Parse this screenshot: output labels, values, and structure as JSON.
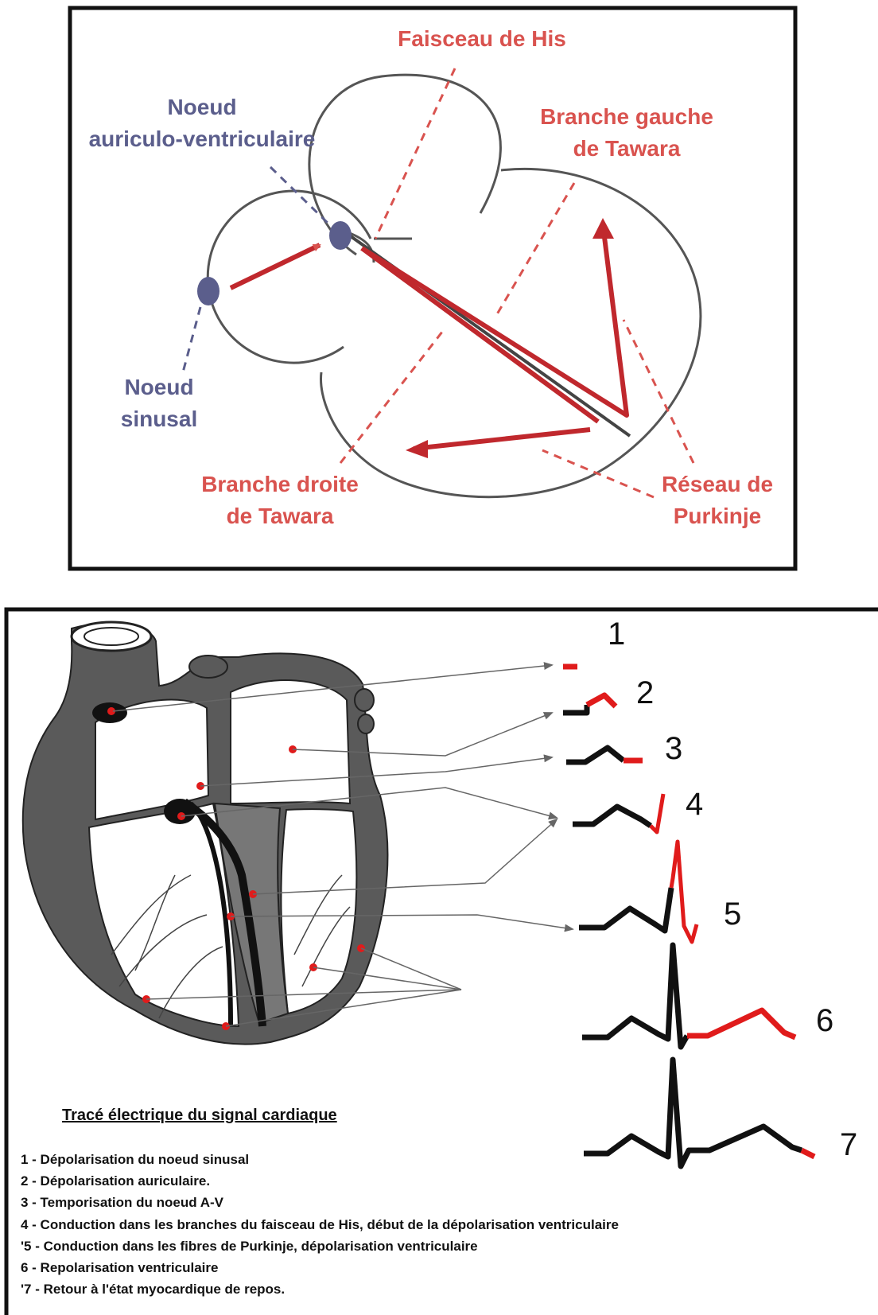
{
  "colors": {
    "label_red": "#d9534f",
    "label_blue": "#5b5e8c",
    "conduction_red": "#c0282d",
    "node_fill": "#5b5e8c",
    "heart_wall": "#5a5a5a",
    "heart_inner": "#8a8a8a",
    "trace_black": "#111111",
    "trace_red": "#e01b1b"
  },
  "top_diagram": {
    "faisceau_his": "Faisceau de His",
    "branche_gauche_1": "Branche gauche",
    "branche_gauche_2": "de Tawara",
    "noeud_av_1": "Noeud",
    "noeud_av_2": "auriculo-ventriculaire",
    "noeud_sinusal_1": "Noeud",
    "noeud_sinusal_2": "sinusal",
    "branche_droite_1": "Branche droite",
    "branche_droite_2": "de Tawara",
    "reseau_1": "Réseau de",
    "reseau_2": "Purkinje"
  },
  "bottom_diagram": {
    "caption": "Tracé électrique du signal cardiaque",
    "trace_numbers": [
      "1",
      "2",
      "3",
      "4",
      "5",
      "6",
      "7"
    ],
    "legend": [
      "1  -  Dépolarisation du noeud sinusal",
      "2  -  Dépolarisation auriculaire.",
      "3  -  Temporisation du noeud A-V",
      "4  -  Conduction dans les branches du faisceau de His, début de la dépolarisation ventriculaire",
      "'5  -  Conduction dans les fibres de Purkinje, dépolarisation ventriculaire",
      "6  -  Repolarisation ventriculaire",
      "'7  -  Retour à l'état myocardique de repos."
    ]
  }
}
